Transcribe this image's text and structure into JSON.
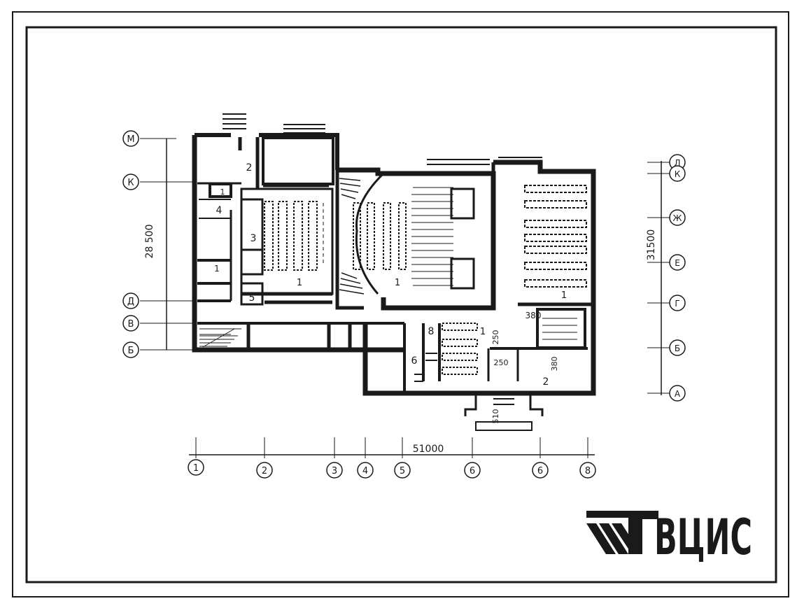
{
  "dimensions": {
    "left_height": "28 500",
    "right_height": "31500",
    "bottom_width": "51000",
    "entry_depth": "510",
    "wall_a": "380",
    "wall_b": "250",
    "wall_c": "250",
    "wall_d": "380"
  },
  "left_axes": [
    "М",
    "К",
    "Д",
    "В",
    "Б"
  ],
  "right_axes": [
    "Л",
    "К",
    "Ж",
    "Е",
    "Г",
    "Б",
    "А"
  ],
  "bottom_axes": [
    "1",
    "2",
    "3",
    "4",
    "5",
    "6",
    "6",
    "8"
  ],
  "rooms": {
    "hall_1": "1",
    "hall_2": "1",
    "hall_3": "1",
    "hall_4": "1",
    "lobby": "2",
    "room_2_top": "2",
    "room_3": "3",
    "room_4": "4",
    "room_5": "5",
    "room_6": "6",
    "room_8": "8",
    "room_1_small": "1",
    "room_1_small2": "1"
  },
  "logo": {
    "text": "ВЦИС",
    "color": "#1a1a1a"
  }
}
